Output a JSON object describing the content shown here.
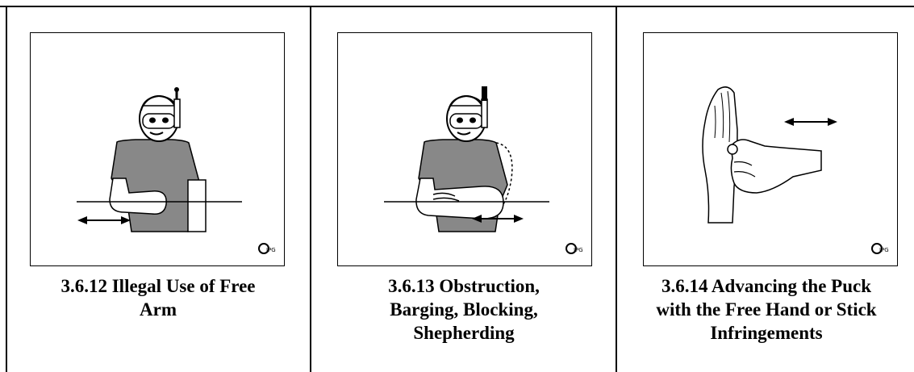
{
  "panels": [
    {
      "number": "3.6.12",
      "lines": [
        "3.6.12  Illegal Use of Free",
        "Arm"
      ],
      "icon": "referee-free-arm-signal"
    },
    {
      "number": "3.6.13",
      "lines": [
        "3.6.13  Obstruction,",
        "Barging, Blocking,",
        "Shepherding"
      ],
      "icon": "referee-obstruction-signal"
    },
    {
      "number": "3.6.14",
      "lines": [
        "3.6.14  Advancing the Puck",
        "with the Free Hand or Stick",
        "Infringements"
      ],
      "icon": "hand-push-signal"
    }
  ],
  "logo_text": "JPG"
}
